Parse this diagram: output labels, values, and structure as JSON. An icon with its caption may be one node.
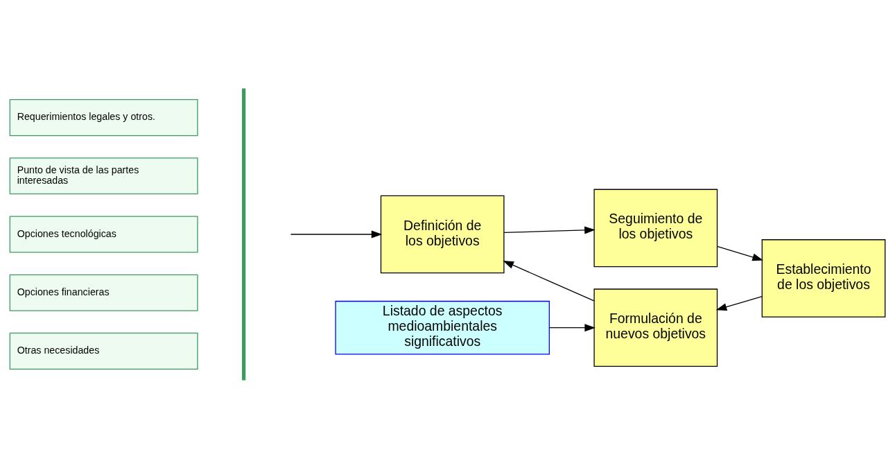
{
  "diagram": {
    "nodes": [
      {
        "text": [
          "Requerimientos legales y otros."
        ]
      },
      {
        "text": [
          "Punto de vista de las partes interesadas"
        ]
      },
      {
        "text": [
          "Opciones tecnológicas"
        ]
      },
      {
        "text": [
          "Opciones financieras"
        ]
      },
      {
        "text": [
          "Otras necesidades"
        ]
      },
      {
        "text": [
          "Seguimiento de los objetivos"
        ]
      },
      {
        "text": [
          "Definición de los objetivos"
        ]
      },
      {
        "text": [
          "Establecimiento de los objetivos"
        ]
      },
      {
        "text": [
          "Formulación de nuevos objetivos"
        ]
      },
      {
        "text": [
          "Listado de aspectos medioambientales significativos"
        ]
      }
    ],
    "edges": [
      {
        "from": 6,
        "to": 5,
        "arrow": "to"
      },
      {
        "from": 5,
        "to": 7,
        "arrow": "to"
      },
      {
        "from": 7,
        "to": 8,
        "arrow": "to"
      },
      {
        "from": 8,
        "to": 6,
        "arrow": "to"
      },
      {
        "from": null,
        "to": 6,
        "arrow": "to"
      },
      {
        "from": 9,
        "to": 8,
        "arrow": "to"
      }
    ]
  }
}
